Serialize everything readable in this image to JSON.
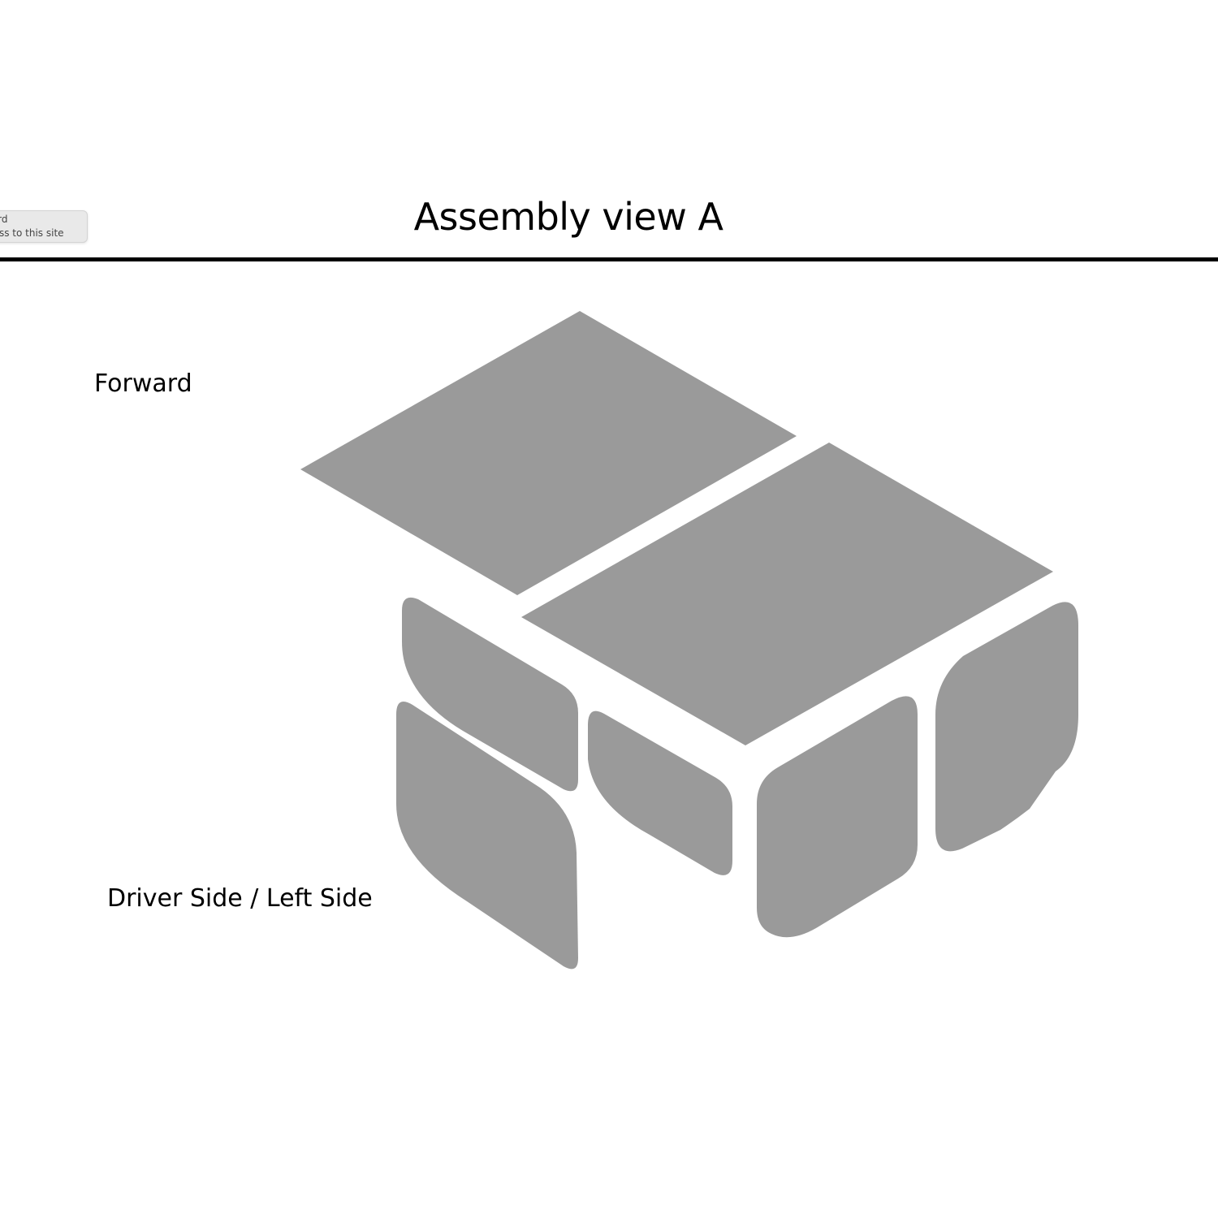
{
  "tooltip": {
    "line1": "word",
    "line2": "cess to this site"
  },
  "title": "Assembly view A",
  "labels": {
    "forward": "Forward",
    "driver_side": "Driver Side / Left Side"
  },
  "colors": {
    "panel": "#9a9a9a",
    "rule": "#000000",
    "background": "#ffffff"
  }
}
